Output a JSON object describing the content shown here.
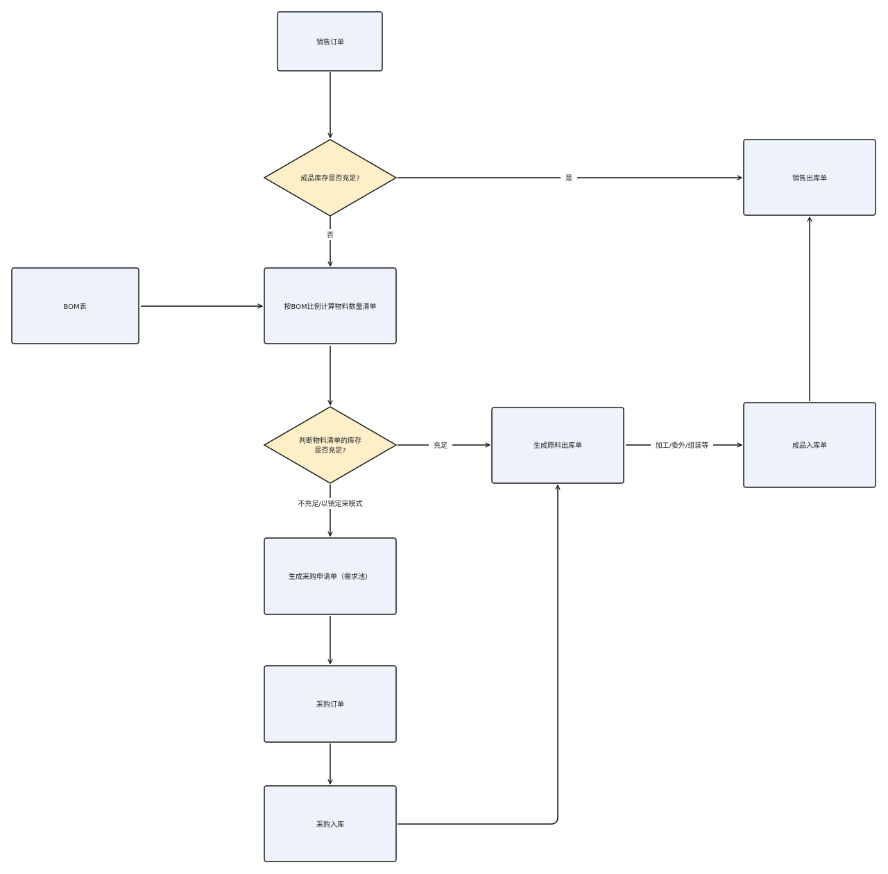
{
  "colors": {
    "process_fill": "#eef3fb",
    "decision_fill": "#fdf0c8",
    "stroke": "#1a1a1a"
  },
  "nodes": {
    "sales_order": "销售订单",
    "stock_check": "成品库存是否充足?",
    "sales_outbound": "销售出库单",
    "bom_table": "BOM表",
    "bom_calc": "按BOM比例计算物料数量清单",
    "material_check": [
      "判断物料清单的库存",
      "是否充足?"
    ],
    "raw_outbound": "生成原料出库单",
    "product_inbound": "成品入库单",
    "purchase_request": "生成采购申请单（需求池）",
    "purchase_order": "采购订单",
    "purchase_inbound": "采购入库"
  },
  "edges": {
    "yes_label": "是",
    "no_label": "否",
    "sufficient_label": "充足",
    "process_label": "加工/委外/组装等",
    "insufficient_label": "不充足/以销定采模式"
  }
}
